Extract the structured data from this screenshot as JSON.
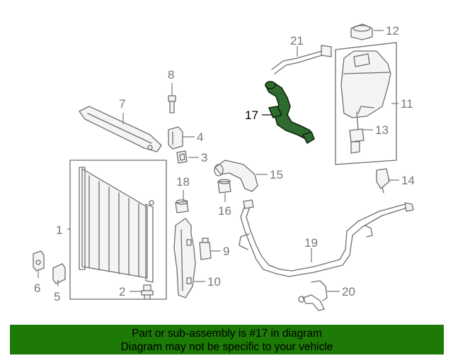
{
  "callouts": {
    "c1": "1",
    "c2": "2",
    "c3": "3",
    "c4": "4",
    "c5": "5",
    "c6": "6",
    "c7": "7",
    "c8": "8",
    "c9": "9",
    "c10": "10",
    "c11": "11",
    "c12": "12",
    "c13": "13",
    "c14": "14",
    "c15": "15",
    "c16": "16",
    "c17": "17",
    "c18": "18",
    "c19": "19",
    "c20": "20",
    "c21": "21"
  },
  "highlighted_part": "17",
  "colors": {
    "highlight_part": "#2f6b2f",
    "footer_bg": "#1d7a06",
    "line_art": "#6e6e6e"
  },
  "footer": {
    "line1": "Part or sub-assembly is #17 in diagram",
    "line2": "Diagram may not be specific to your vehicle"
  }
}
